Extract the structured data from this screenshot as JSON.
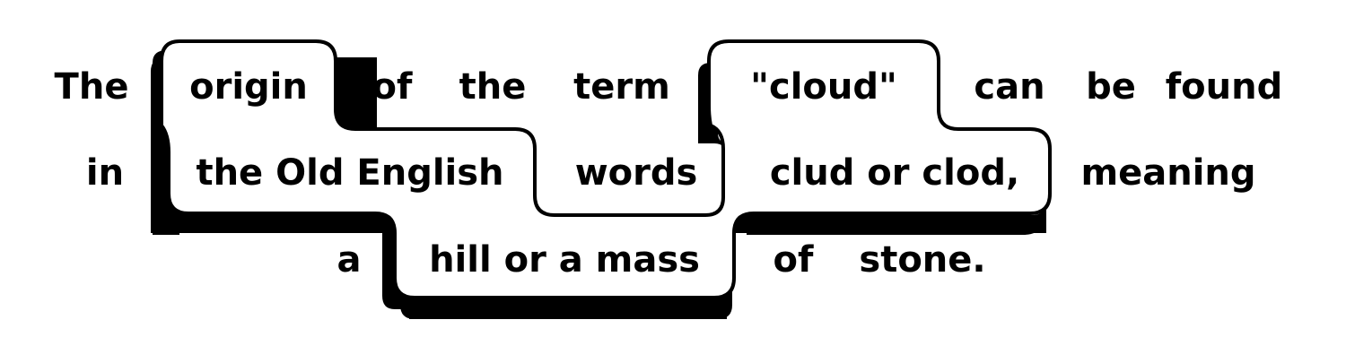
{
  "colors": {
    "ink": "#000000",
    "paper": "#ffffff"
  },
  "sentence": {
    "line1": [
      "The",
      "origin",
      "of",
      "the",
      "term",
      "\"cloud\"",
      "can",
      "be",
      "found"
    ],
    "line2": [
      "in",
      "the Old English",
      "words",
      "clud or clod,",
      "meaning"
    ],
    "line3": [
      "a",
      "hill or a mass",
      "of",
      "stone."
    ]
  }
}
